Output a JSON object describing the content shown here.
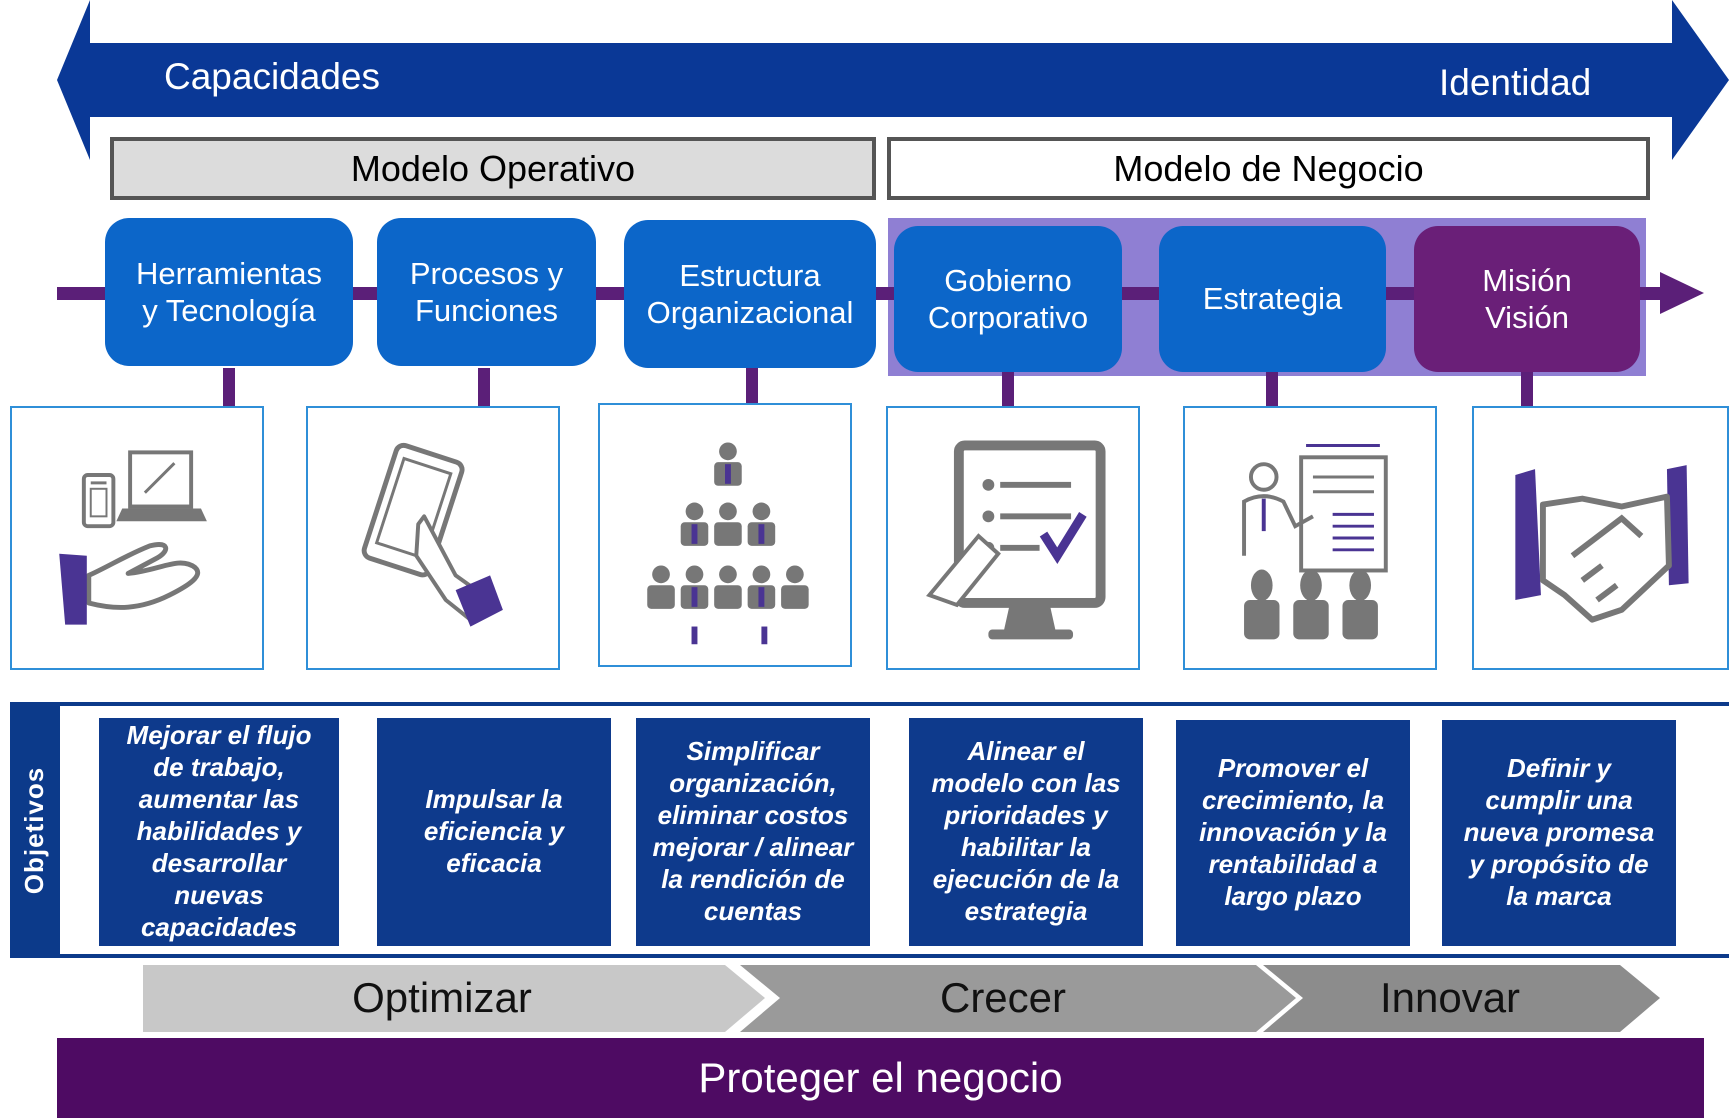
{
  "arrow": {
    "left_label": "Capacidades",
    "right_label": "Identidad"
  },
  "models": {
    "operativo": "Modelo Operativo",
    "negocio": "Modelo de Negocio"
  },
  "capabilities": [
    {
      "label": "Herramientas\ny Tecnología",
      "icon": "hand-devices-icon"
    },
    {
      "label": "Procesos y\nFunciones",
      "icon": "tablet-touch-icon"
    },
    {
      "label": "Estructura\nOrganizacional",
      "icon": "org-pyramid-icon"
    },
    {
      "label": "Gobierno\nCorporativo",
      "icon": "monitor-checklist-icon"
    },
    {
      "label": "Estrategia",
      "icon": "presentation-icon"
    },
    {
      "label": "Misión\nVisión",
      "icon": "handshake-icon"
    }
  ],
  "objectives": {
    "label": "Objetivos",
    "items": [
      "Mejorar el flujo\nde trabajo,\naumentar las\nhabilidades y\ndesarrollar\nnuevas\ncapacidades",
      "Impulsar la\neficiencia y\neficacia",
      "Simplificar\norganización,\neliminar  costos\nmejorar / alinear\nla rendición de\ncuentas",
      "Alinear el\nmodelo con las\nprioridades y\nhabilitar la\nejecución de la\nestrategia",
      "Promover el\ncrecimiento, la\ninnovación y la\nrentabilidad a\nlargo plazo",
      "Definir y\ncumplir una\nnueva promesa\ny propósito de\nla marca"
    ]
  },
  "phases": [
    "Optimizar",
    "Crecer",
    "Innovar"
  ],
  "bottom_bar": "Proteger el negocio",
  "colors": {
    "navy": "#0a3896",
    "blue": "#0c66c9",
    "purple": "#6a1f78",
    "deep_purple": "#4e0b63",
    "lavender": "#8f7fd3",
    "icon_gray": "#7a7a7a"
  }
}
